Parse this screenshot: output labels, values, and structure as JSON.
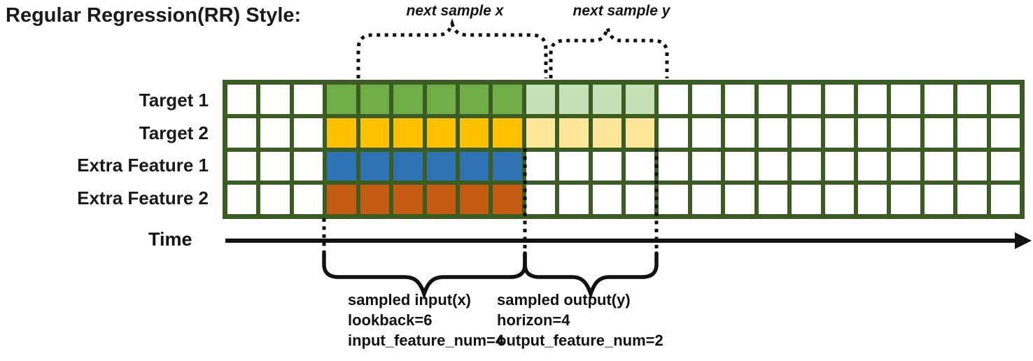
{
  "title": "Regular Regression(RR) Style:",
  "top_annotations": {
    "next_sample_x": "next sample x",
    "next_sample_y": "next sample y"
  },
  "time_axis": {
    "label": "Time"
  },
  "grid": {
    "columns": 24,
    "lead_in_columns": 3,
    "lookback": 6,
    "horizon": 4,
    "border_color": "#3B5D23",
    "empty_cell_color": "#FFFFFF",
    "rows": [
      {
        "label": "Target 1",
        "type": "target",
        "input_color": "#6FAD47",
        "output_color": "#C5E0B4"
      },
      {
        "label": "Target 2",
        "type": "target",
        "input_color": "#FFC000",
        "output_color": "#FFE699"
      },
      {
        "label": "Extra Feature 1",
        "type": "extra-feature",
        "input_color": "#2E74B5",
        "output_color": null
      },
      {
        "label": "Extra Feature 2",
        "type": "extra-feature",
        "input_color": "#C55A11",
        "output_color": null
      }
    ]
  },
  "bottom_annotations": {
    "input_block": [
      "sampled input(x)",
      "lookback=6",
      "input_feature_num=4"
    ],
    "output_block": [
      "sampled output(y)",
      "horizon=4",
      "output_feature_num=2"
    ]
  },
  "annotation_color": "#111111"
}
